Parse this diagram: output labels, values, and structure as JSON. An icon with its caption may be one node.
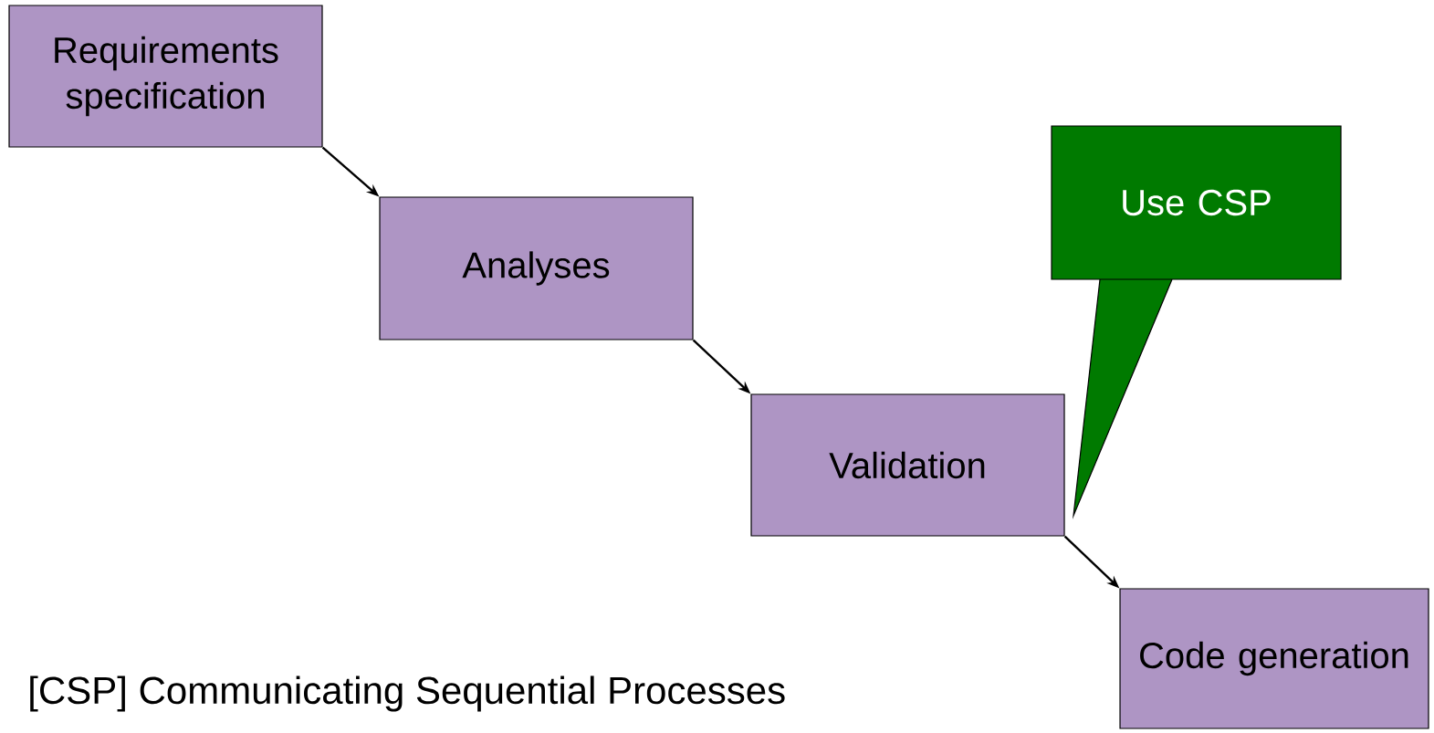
{
  "diagram": {
    "nodes": [
      {
        "text": [
          "Requirements specification"
        ]
      },
      {
        "text": [
          "Analyses"
        ]
      },
      {
        "text": [
          "Validation"
        ]
      },
      {
        "text": [
          "Code generation"
        ]
      },
      {
        "text": [
          "Use CSP"
        ]
      }
    ],
    "edges": [
      {
        "from": 0,
        "to": 1,
        "arrow": "to"
      },
      {
        "from": 1,
        "to": 2,
        "arrow": "to"
      },
      {
        "from": 2,
        "to": 3,
        "arrow": "to"
      }
    ],
    "labels": [
      "[CSP] Communicating Sequential Processes"
    ]
  }
}
